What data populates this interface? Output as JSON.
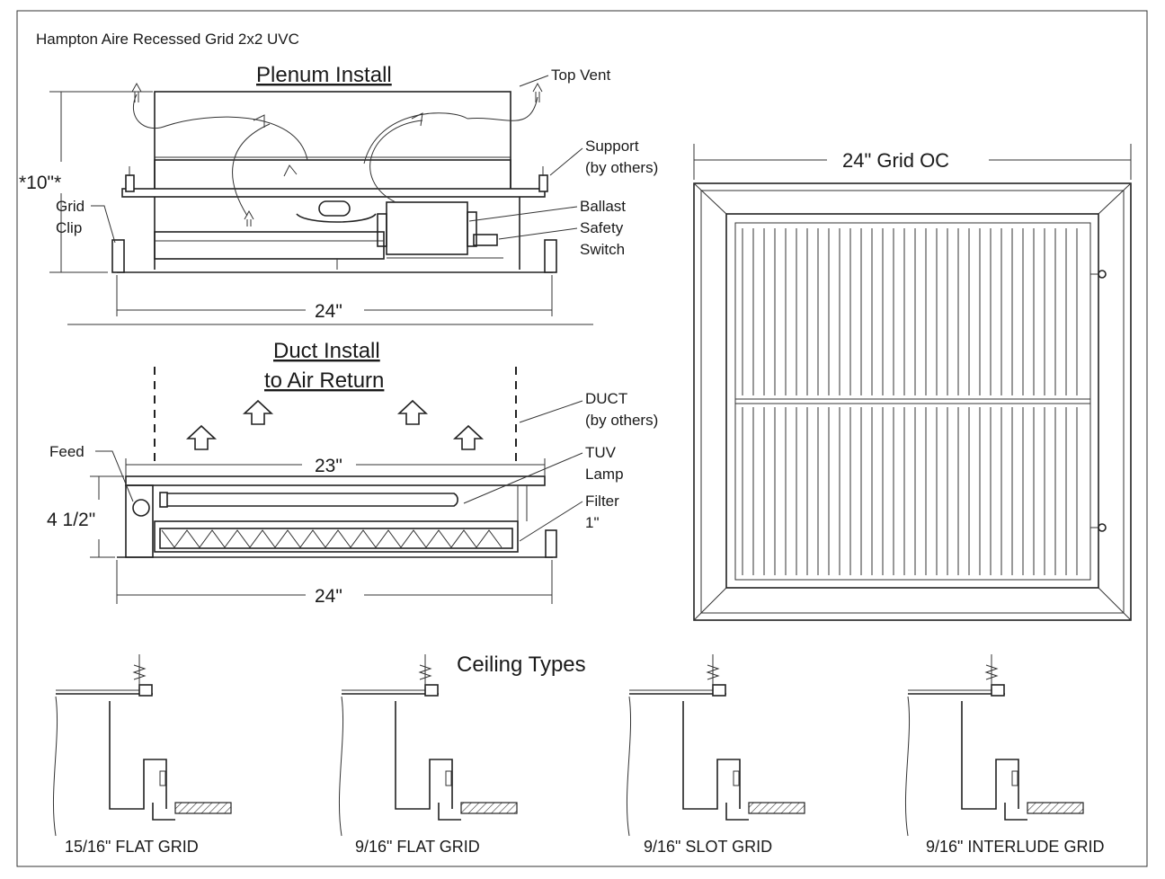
{
  "title": "Hampton Aire Recessed Grid 2x2 UVC",
  "plenum": {
    "heading": "Plenum Install",
    "height_label": "*10\"*",
    "width_label": "24\"",
    "callouts": {
      "top_vent": "Top Vent",
      "support_1": "Support",
      "support_2": "(by others)",
      "grid_clip_1": "Grid",
      "grid_clip_2": "Clip",
      "ballast": "Ballast",
      "safety_1": "Safety",
      "safety_2": "Switch"
    }
  },
  "duct": {
    "heading_1": "Duct Install",
    "heading_2": "to Air Return",
    "height_label": "4 1/2\"",
    "inner_width_label": "23\"",
    "width_label": "24\"",
    "callouts": {
      "feed": "Feed",
      "duct_1": "DUCT",
      "duct_2": "(by others)",
      "tuv_1": "TUV",
      "tuv_2": "Lamp",
      "filter_1": "Filter",
      "filter_2": "1\""
    }
  },
  "grid_view": {
    "label": "24\" Grid OC"
  },
  "ceiling": {
    "heading": "Ceiling Types",
    "types": [
      {
        "label": "15/16\" FLAT GRID"
      },
      {
        "label": "9/16\" FLAT GRID"
      },
      {
        "label": "9/16\" SLOT GRID"
      },
      {
        "label": "9/16\" INTERLUDE GRID"
      }
    ]
  }
}
